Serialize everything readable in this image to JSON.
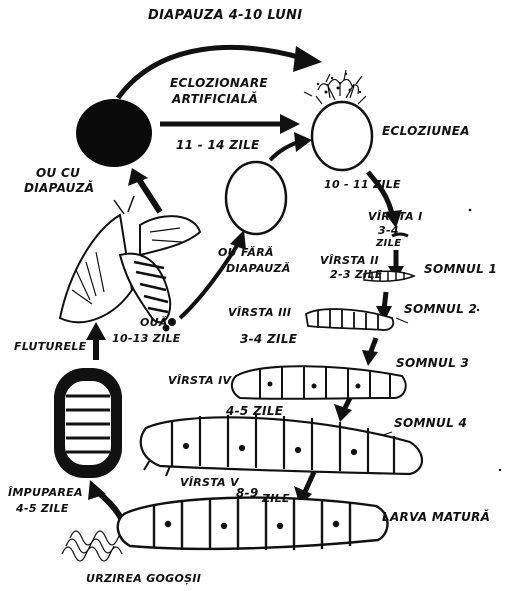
{
  "labels": {
    "diapauza": "DIAPAUZA 4-10 LUNI",
    "eclozionare_line1": "ECLOZIONARE",
    "eclozionare_line2": "ARTIFICIALĂ",
    "eclozionare_days": "11 - 14 ZILE",
    "eclozionarea": "ECLOZIUNEA",
    "eclozionarea_days": "10 - 11 ZILE",
    "ou_cu_line1": "OU CU",
    "ou_cu_line2": "DIAPAUZĂ",
    "ou_fara_line1": "OU FĂRĂ",
    "ou_fara_line2": "DIAPAUZĂ",
    "oua_line1": "OUĂ",
    "oua_line2": "10-13 ZILE",
    "fluturele": "FLUTURELE",
    "virsta1_line1": "VÎRSTA I",
    "virsta1_line2": "3-4",
    "virsta1_line3": "ZILE",
    "somnul1": "SOMNUL 1",
    "virsta2_line1": "VÎRSTA II",
    "virsta2_line2": "2-3 ZILE",
    "somnul2": "SOMNUL 2",
    "virsta3_line1": "VÎRSTA III",
    "virsta3_line2": "3-4 ZILE",
    "somnul3": "SOMNUL 3",
    "virsta4_line1": "VÎRSTA IV",
    "virsta4_line2": "4-5 ZILE",
    "somnul4": "SOMNUL 4",
    "virsta5_line1": "VÎRSTA V",
    "virsta5_line2": "8-9",
    "virsta5_line3": "ZILE",
    "larva_matura": "LARVA MATURĂ",
    "impuparea_line1": "ÎMPUPAREA",
    "impuparea_line2": "4-5 ZILE",
    "urzirea": "URZIREA GOGOȘII"
  },
  "colors": {
    "ink": "#111111",
    "paper": "#ffffff"
  }
}
